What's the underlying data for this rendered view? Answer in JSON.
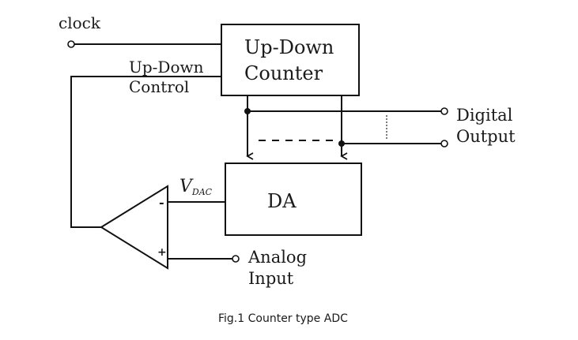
{
  "labels": {
    "clock": "clock",
    "up_down_control_line1": "Up-Down",
    "up_down_control_line2": "Control",
    "counter_line1": "Up-Down",
    "counter_line2": "Counter",
    "digital_output_line1": "Digital",
    "digital_output_line2": "Output",
    "da": "DA",
    "vdac_main": "V",
    "vdac_sub": "DAC",
    "minus": "-",
    "plus": "+",
    "analog_input_line1": "Analog",
    "analog_input_line2": "Input"
  },
  "caption": "Fig.1 Counter type ADC"
}
